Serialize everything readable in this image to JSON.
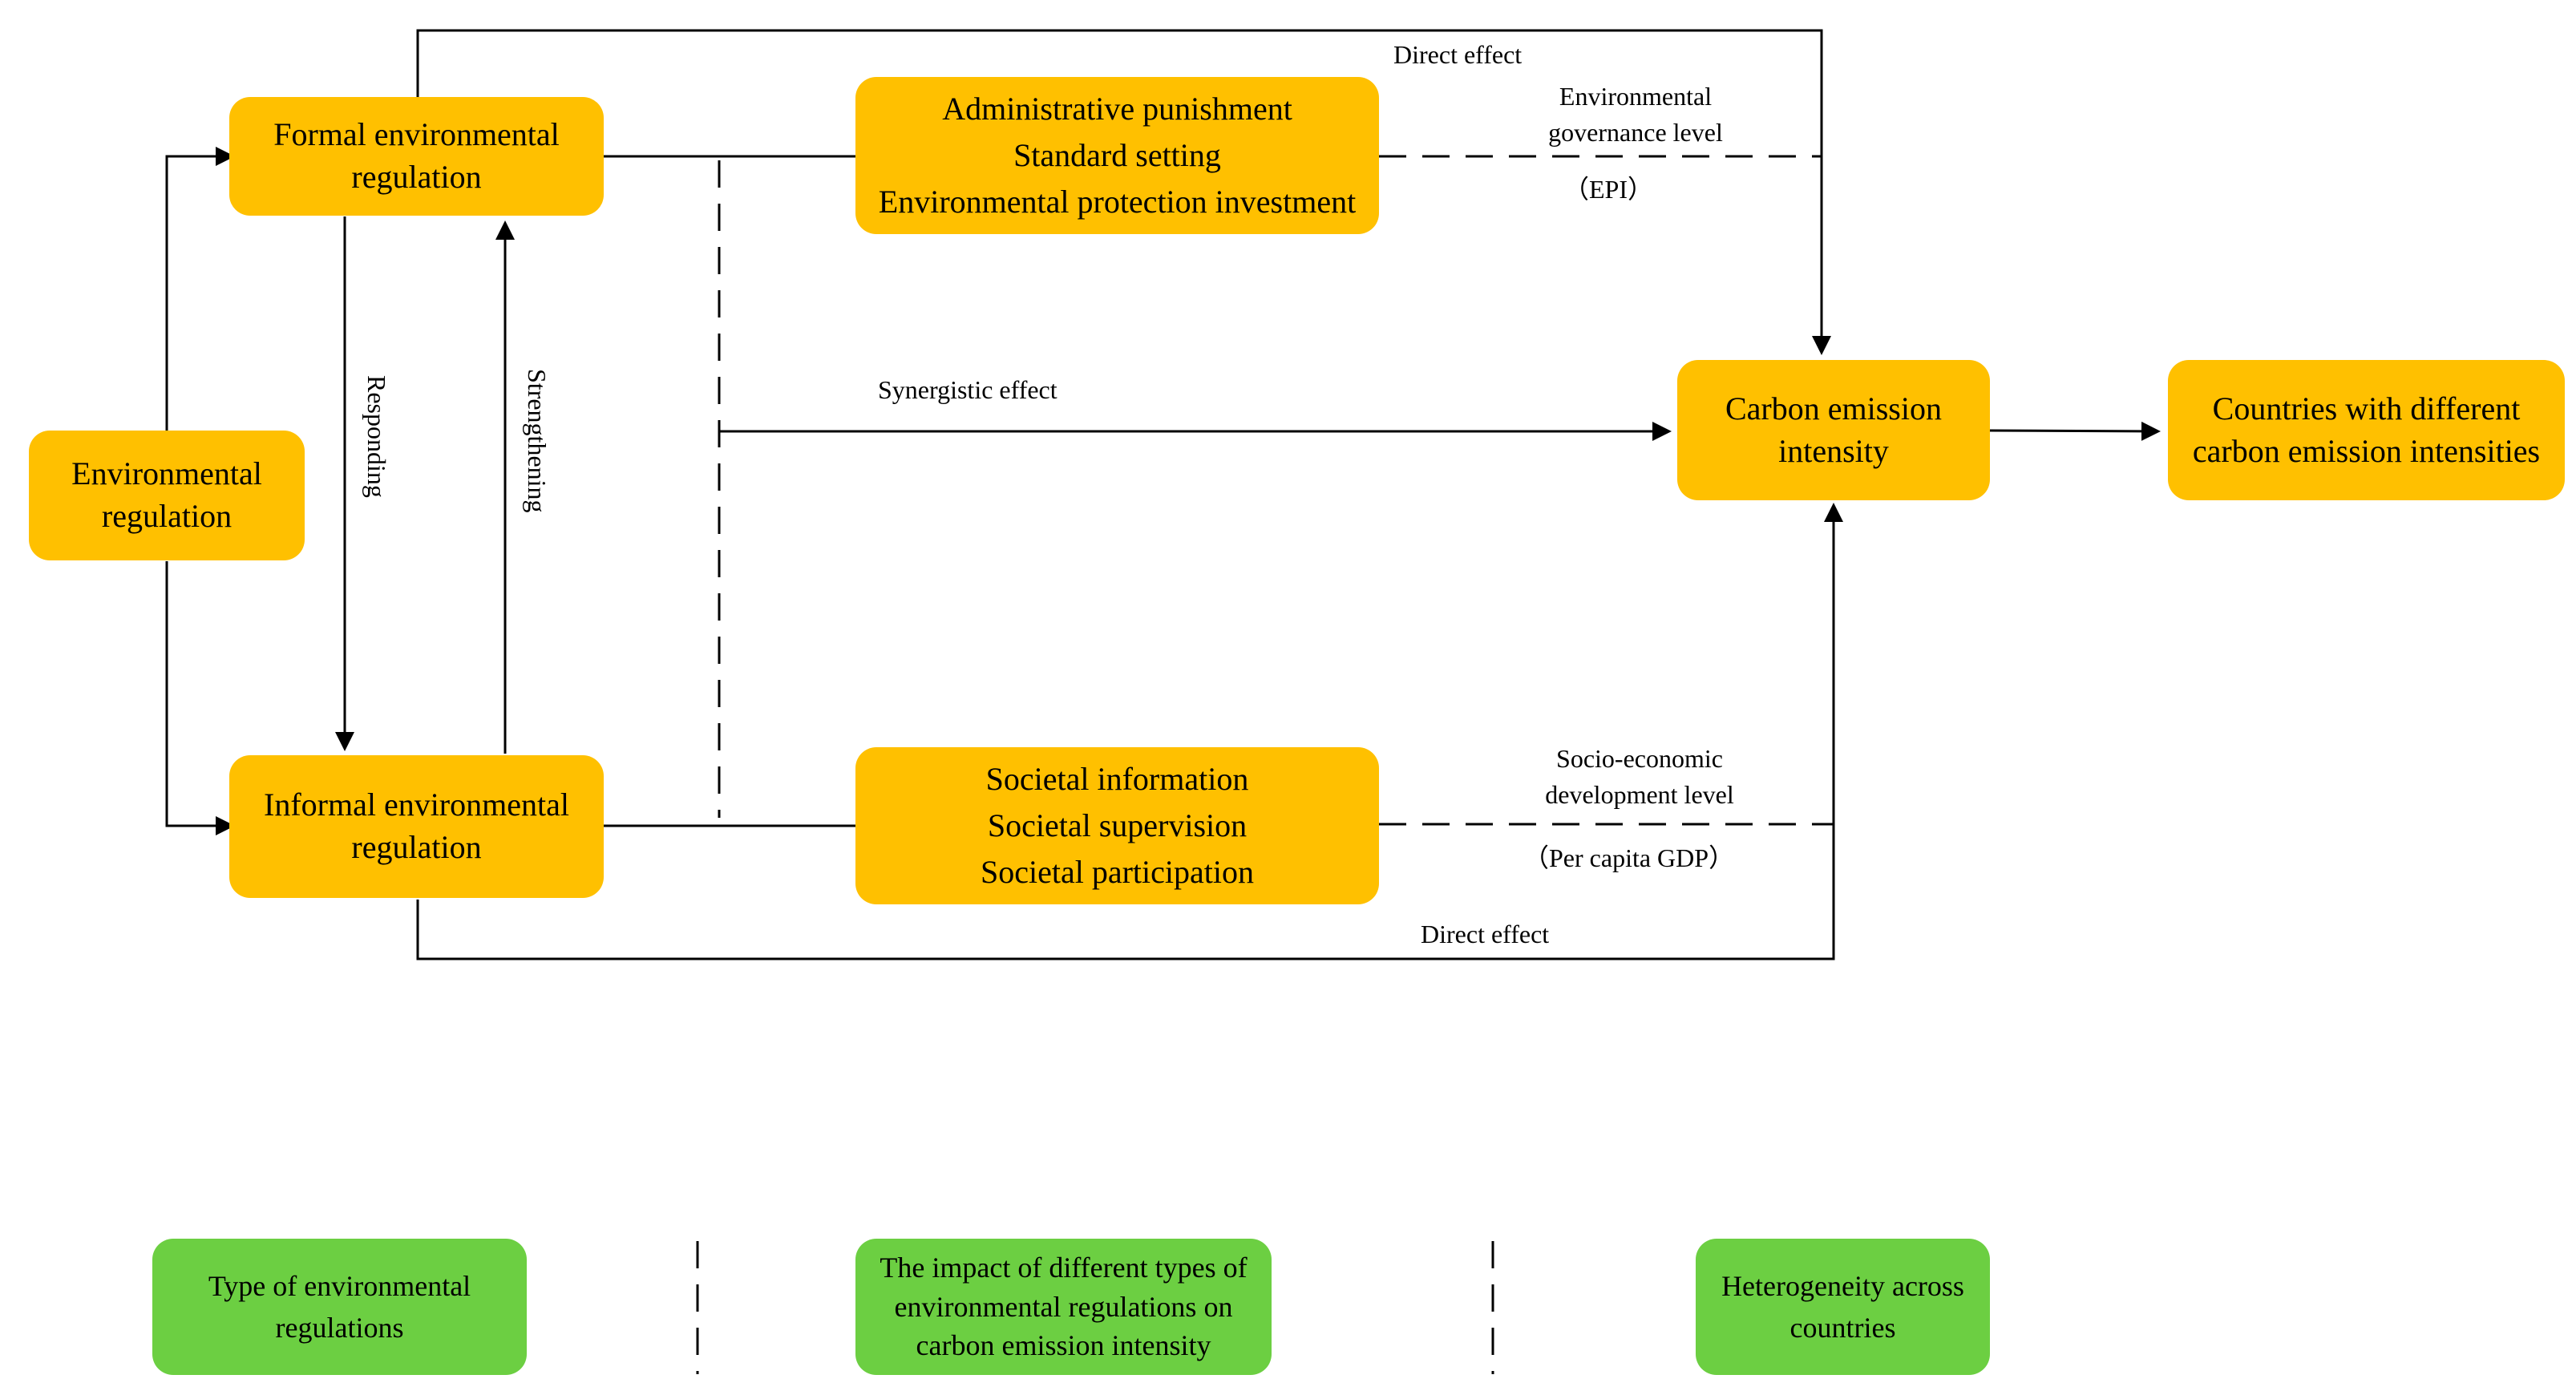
{
  "nodes": {
    "environmental_regulation": "Environmental regulation",
    "formal": "Formal environmental regulation",
    "informal": "Informal environmental regulation",
    "formal_tools": [
      "Administrative punishment",
      "Standard setting",
      "Environmental protection investment"
    ],
    "informal_tools": [
      "Societal information",
      "Societal supervision",
      "Societal participation"
    ],
    "carbon": "Carbon emission intensity",
    "countries": "Countries with different carbon emission intensities"
  },
  "edge_labels": {
    "direct_effect_top": "Direct effect",
    "direct_effect_bottom": "Direct effect",
    "synergistic": "Synergistic effect",
    "responding": "Responding",
    "strengthening": "Strengthening",
    "env_governance": "Environmental governance level",
    "epi": "（EPI）",
    "socio_economic": "Socio-economic development level",
    "gdp": "（Per capita GDP）"
  },
  "legend": {
    "type": "Type of environmental regulations",
    "impact": "The impact of different types of environmental regulations on carbon emission intensity",
    "heterogeneity": "Heterogeneity across countries"
  },
  "colors": {
    "node": "#FFC000",
    "legend": "#6CCF42",
    "line": "#000000"
  }
}
